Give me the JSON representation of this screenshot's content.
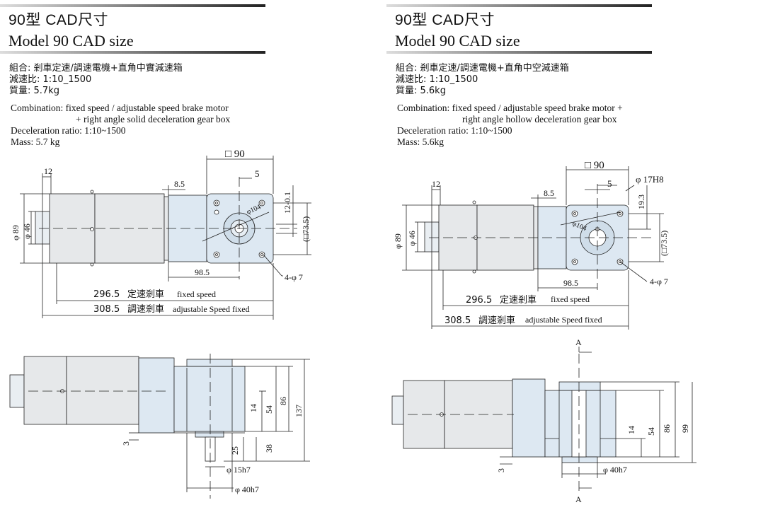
{
  "panels": [
    {
      "title_cn": "90型 CAD尺寸",
      "title_en": "Model 90  CAD size",
      "spec_cn": {
        "combination": "組合: 剎車定速/調速電機+直角中實減速箱",
        "ratio": "減速比: 1:10_1500",
        "mass": "質量: 5.7kg"
      },
      "spec_en": {
        "combination_1": "Combination: fixed speed / adjustable speed brake motor",
        "combination_2": "+ right angle solid deceleration gear box",
        "ratio": "Deceleration ratio: 1:10~1500",
        "mass": "Mass: 5.7 kg"
      },
      "top_view": {
        "square": "□ 90",
        "dim_12": "12",
        "dim_8_5": "8.5",
        "dim_5": "5",
        "dim_12_0_1": "12-0.1",
        "dim_pcd": "φ104",
        "dim_phi89": "φ 89",
        "dim_phi46": "φ 46",
        "dim_sq73": "(□73.5)",
        "dim_98_5": "98.5",
        "dim_holes": "4-φ 7",
        "len_fixed_val": "296.5",
        "len_fixed_cn": "定速剎車",
        "len_fixed_en": "fixed speed",
        "len_adj_val": "308.5",
        "len_adj_cn": "調速剎車",
        "len_adj_en": "adjustable Speed fixed"
      },
      "side_view": {
        "dim_14": "14",
        "dim_54": "54",
        "dim_86": "86",
        "dim_137": "137",
        "dim_3": "3",
        "dim_25": "25",
        "dim_38": "38",
        "dim_shaft": "φ 15h7",
        "dim_flange": "φ 40h7"
      }
    },
    {
      "title_cn": "90型 CAD尺寸",
      "title_en": "Model 90  CAD size",
      "spec_cn": {
        "combination": "組合: 剎車定速/調速電機+直角中空減速箱",
        "ratio": "減速比: 1:10_1500",
        "mass": "質量: 5.6kg"
      },
      "spec_en": {
        "combination_1": "Combination: fixed speed / adjustable speed brake motor +",
        "combination_2": "right angle hollow deceleration gear box",
        "ratio": "Deceleration ratio: 1:10~1500",
        "mass": "Mass: 5.6kg"
      },
      "top_view": {
        "square": "□ 90",
        "dim_12": "12",
        "dim_8_5": "8.5",
        "dim_5": "5",
        "dim_hole": "φ 17H8",
        "dim_19_3": "19.3",
        "dim_pcd": "φ104",
        "dim_phi89": "φ 89",
        "dim_phi46": "φ 46",
        "dim_sq73": "(□73.5)",
        "dim_98_5": "98.5",
        "dim_holes": "4-φ 7",
        "len_fixed_val": "296.5",
        "len_fixed_cn": "定速剎車",
        "len_fixed_en": "fixed speed",
        "len_adj_val": "308.5",
        "len_adj_cn": "調速剎車",
        "len_adj_en": "adjustable Speed fixed"
      },
      "side_view": {
        "section_a": "A",
        "dim_14": "14",
        "dim_54": "54",
        "dim_86": "86",
        "dim_99": "99",
        "dim_3": "3",
        "dim_flange": "φ 40h7"
      }
    }
  ]
}
